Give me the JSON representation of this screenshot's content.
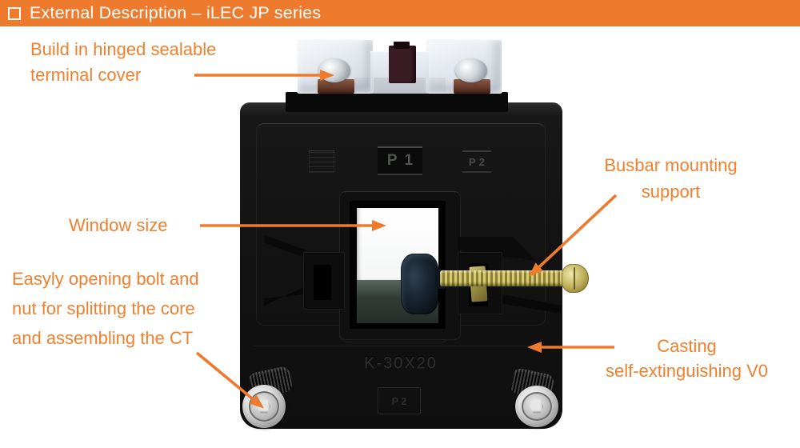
{
  "header": {
    "title": "External Description – iLEC JP series",
    "icon": "square-outline-icon"
  },
  "colors": {
    "accent_orange": "#ee7b2d",
    "annotation_text": "#f0802e",
    "header_text": "#ffffff",
    "device_body": "#131313"
  },
  "annotations": [
    {
      "id": "terminal-cover",
      "lines": [
        "Build in hinged sealable",
        "terminal cover"
      ]
    },
    {
      "id": "busbar-support",
      "lines": [
        "Busbar mounting",
        "support"
      ]
    },
    {
      "id": "window-size",
      "lines": [
        "Window size"
      ]
    },
    {
      "id": "split-bolt",
      "lines": [
        "Easyly opening bolt and",
        "nut for splitting the core",
        "and assembling the CT"
      ]
    },
    {
      "id": "casting",
      "lines": [
        "Casting",
        "self-extinguishing V0"
      ]
    }
  ],
  "product": {
    "top_markings": {
      "center": "P1",
      "right": "P2"
    },
    "body_marking": "K-30X20",
    "bottom_marking": "P2"
  }
}
